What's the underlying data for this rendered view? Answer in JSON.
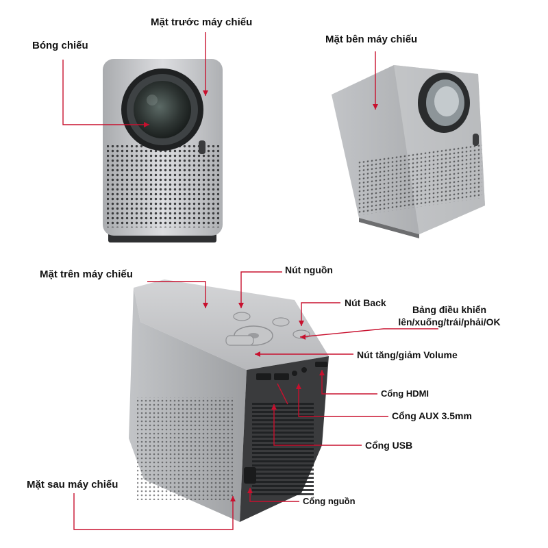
{
  "labels": {
    "front": "Mặt trước máy chiếu",
    "lens": "Bóng chiếu",
    "side": "Mặt bên máy chiếu",
    "top": "Mặt trên máy chiếu",
    "power_button": "Nút nguồn",
    "back_button": "Nút Back",
    "control_pad_line1": "Bảng điều khiển",
    "control_pad_line2": "lên/xuống/trái/phải/OK",
    "volume": "Nút tăng/giảm Volume",
    "hdmi": "Cổng HDMI",
    "aux": "Cổng AUX 3.5mm",
    "usb": "Cổng USB",
    "rear": "Mặt sau máy chiếu",
    "power_port": "Cổng nguồn"
  },
  "colors": {
    "leader_line": "#c8102e",
    "marker": "#c8102e",
    "text": "#111111",
    "body_silver": "#c9cacc",
    "body_dark": "#3a3b3d"
  }
}
